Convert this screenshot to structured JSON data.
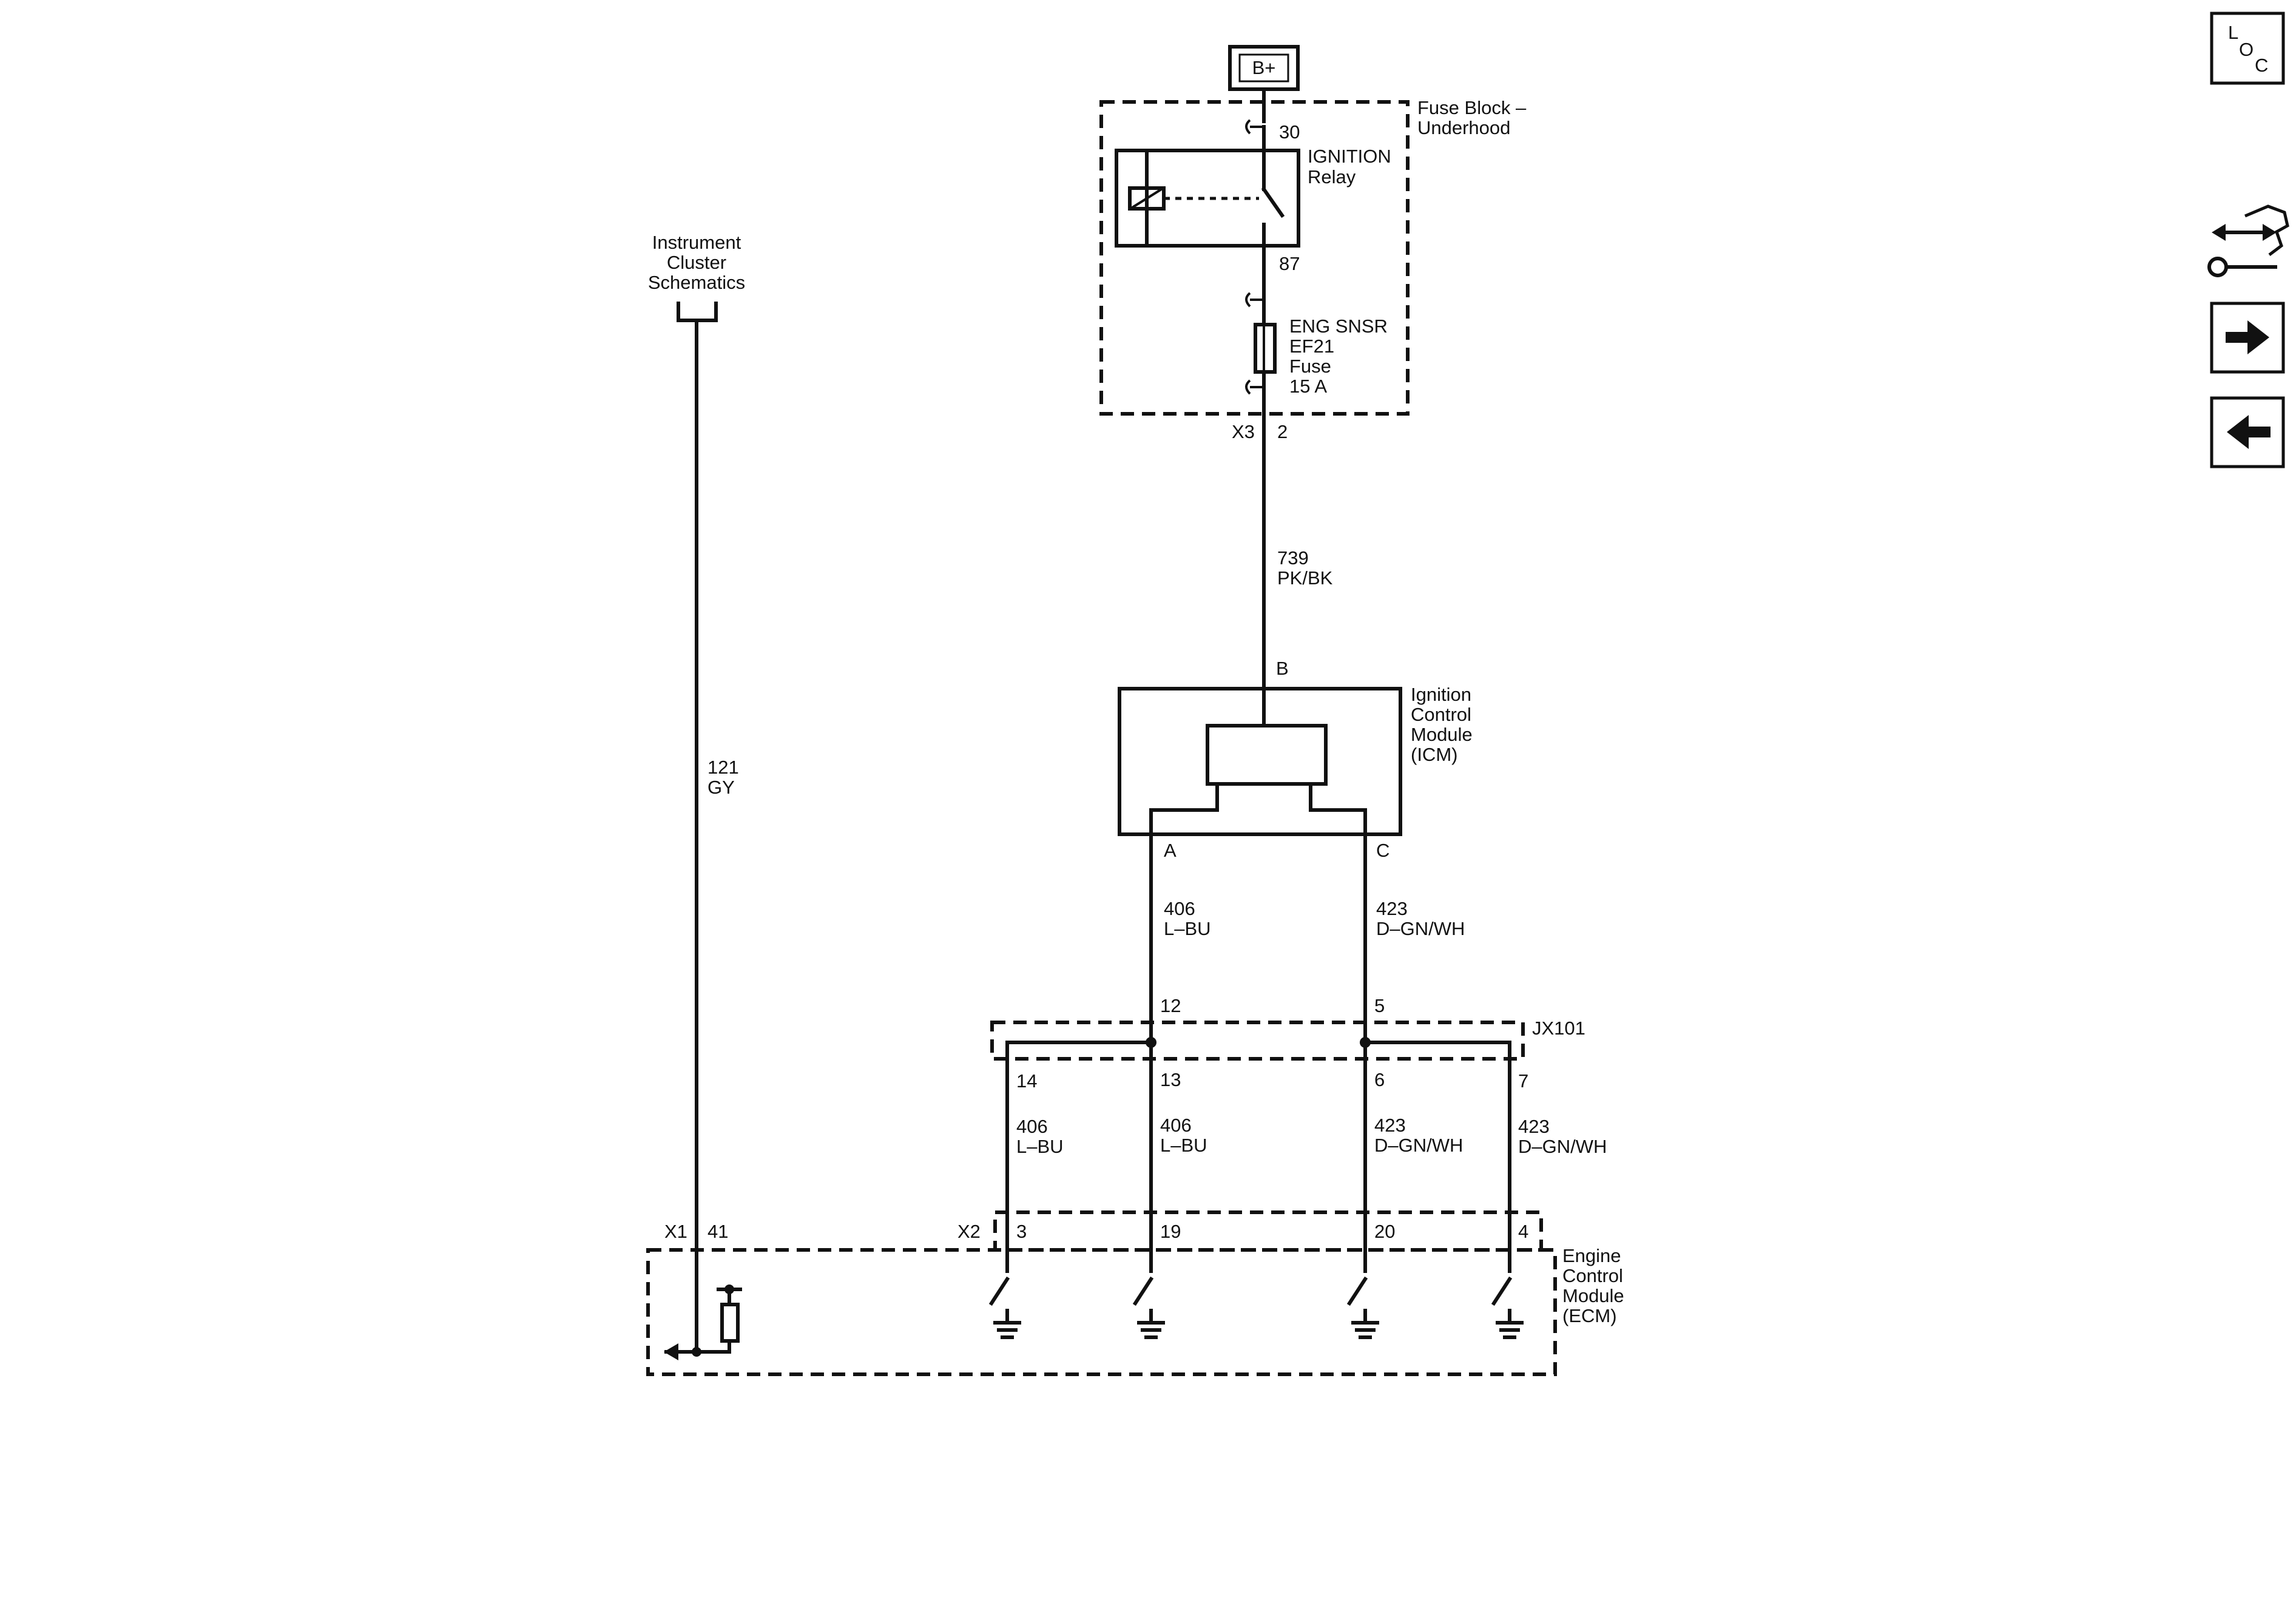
{
  "power": {
    "label": "B+"
  },
  "fuse_block": {
    "name_line1": "Fuse Block –",
    "name_line2": "Underhood",
    "relay_line1": "IGNITION",
    "relay_line2": "Relay",
    "pin_30": "30",
    "pin_87": "87",
    "fuse_line1": "ENG SNSR",
    "fuse_line2": "EF21",
    "fuse_line3": "Fuse",
    "fuse_line4": "15 A",
    "connector": "X3",
    "connector_pin": "2"
  },
  "wire_739": {
    "circuit": "739",
    "color": "PK/BK"
  },
  "instrument_cluster": {
    "line1": "Instrument",
    "line2": "Cluster",
    "line3": "Schematics"
  },
  "wire_121": {
    "circuit": "121",
    "color": "GY"
  },
  "icm": {
    "pin_b": "B",
    "line1": "Ignition",
    "line2": "Control",
    "line3": "Module",
    "line4": "(ICM)",
    "pin_a": "A",
    "pin_c": "C"
  },
  "wires_upper": [
    {
      "circuit": "406",
      "color": "L–BU"
    },
    {
      "circuit": "423",
      "color": "D–GN/WH"
    }
  ],
  "splice": {
    "name": "JX101",
    "pin_12": "12",
    "pin_5": "5",
    "pin_14": "14",
    "pin_13": "13",
    "pin_6": "6",
    "pin_7": "7"
  },
  "wires_lower": [
    {
      "circuit": "406",
      "color": "L–BU"
    },
    {
      "circuit": "406",
      "color": "L–BU"
    },
    {
      "circuit": "423",
      "color": "D–GN/WH"
    },
    {
      "circuit": "423",
      "color": "D–GN/WH"
    }
  ],
  "ecm": {
    "x1": "X1",
    "x1_pin": "41",
    "x2": "X2",
    "x2_pins": [
      "3",
      "19",
      "20",
      "4"
    ],
    "line1": "Engine",
    "line2": "Control",
    "line3": "Module",
    "line4": "(ECM)"
  },
  "side_panel": {
    "loc_l": "L",
    "loc_o": "O",
    "loc_c": "C",
    "icons": [
      "loc-icon",
      "diagnostic-icon",
      "next-arrow-icon",
      "previous-arrow-icon"
    ]
  }
}
